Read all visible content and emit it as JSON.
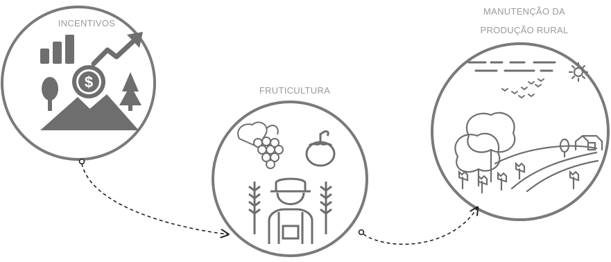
{
  "stages": [
    {
      "title_lines": [
        "INCENTIVOS"
      ],
      "icon": "money-growth-icon"
    },
    {
      "title_lines": [
        "FRUTICULTURA"
      ],
      "icon": "farmer-fruit-icon"
    },
    {
      "title_lines": [
        "MANUTENÇÃO DA",
        "PRODUÇÃO RURAL"
      ],
      "icon": "rural-landscape-icon"
    }
  ],
  "colors": {
    "circle_stroke": "#7a7a7a",
    "icon_fill": "#6e6e6e",
    "label": "#9a9a9a",
    "arrow": "#222222"
  }
}
